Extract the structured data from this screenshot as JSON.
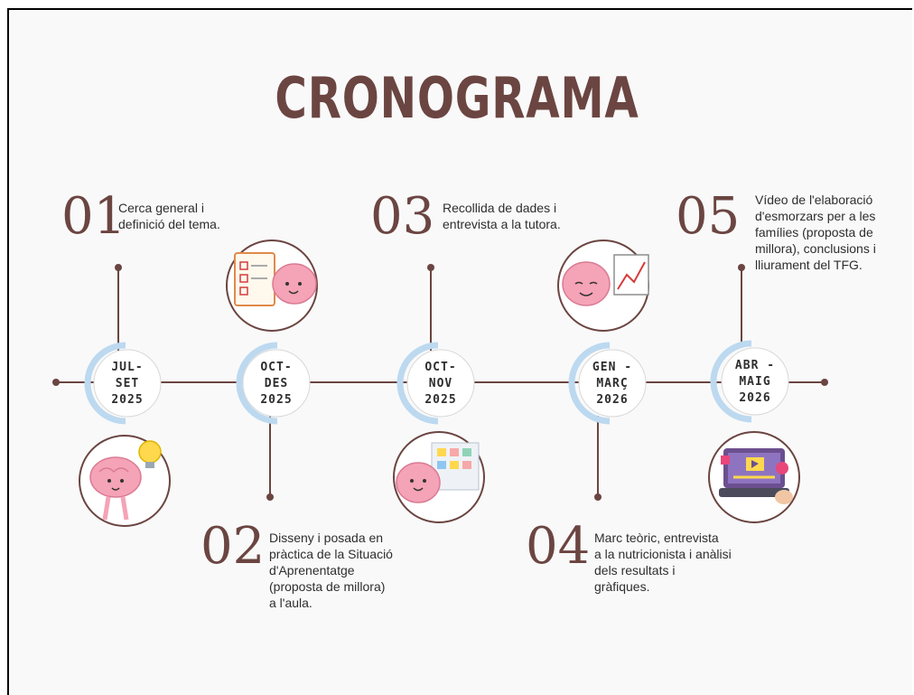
{
  "title": "CRONOGRAMA",
  "colors": {
    "brown": "#6b4541",
    "line": "#6b4541",
    "ring": "#bcd9f0",
    "bg": "#f9f9f9"
  },
  "milestones": [
    {
      "number": "01",
      "dates": [
        "JUL-",
        "SET",
        "2025"
      ],
      "description": [
        "Cerca general i",
        "definició del tema."
      ],
      "illustration": "brain-lightbulb-icon"
    },
    {
      "number": "02",
      "dates": [
        "OCT-",
        "DES",
        "2025"
      ],
      "description": [
        "Disseny i posada en",
        "pràctica de la Situació",
        "d'Aprenentatge",
        "(proposta de millora)",
        "a l'aula."
      ],
      "illustration": "brain-checklist-icon"
    },
    {
      "number": "03",
      "dates": [
        "OCT-",
        "NOV",
        "2025"
      ],
      "description": [
        "Recollida de dades i",
        "entrevista a la tutora."
      ],
      "illustration": "brain-sticky-notes-icon"
    },
    {
      "number": "04",
      "dates": [
        "GEN -",
        "MARÇ",
        "2026"
      ],
      "description": [
        "Marc teòric, entrevista",
        "a la nutricionista i anàlisi",
        "dels resultats i",
        "gràfiques."
      ],
      "illustration": "brain-chart-icon"
    },
    {
      "number": "05",
      "dates": [
        "ABR -",
        "MAIG",
        "2026"
      ],
      "description": [
        "Vídeo de l'elaboració",
        "d'esmorzars per a les",
        "famílies (proposta de",
        "millora), conclusions i",
        "lliurament del TFG."
      ],
      "illustration": "laptop-video-icon"
    }
  ]
}
